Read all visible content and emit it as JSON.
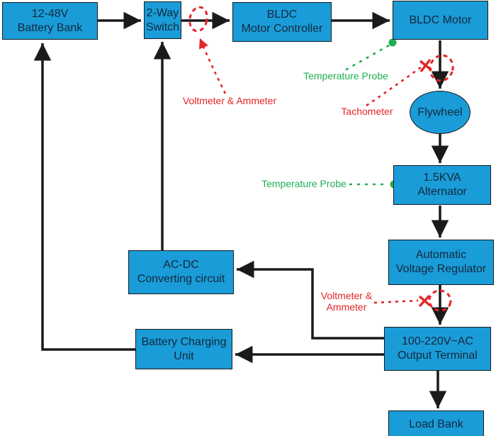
{
  "diagram": {
    "type": "block-diagram",
    "subject": "BLDC motor flywheel generator test setup",
    "nodes": {
      "battery_bank": {
        "label": "12-48V\nBattery Bank"
      },
      "two_way_switch": {
        "label": "2-Way\nSwitch"
      },
      "motor_controller": {
        "label": "BLDC\nMotor Controller"
      },
      "bldc_motor": {
        "label": "BLDC Motor"
      },
      "flywheel": {
        "label": "Flywheel"
      },
      "alternator": {
        "label": "1.5KVA\nAlternator"
      },
      "voltage_regulator": {
        "label": "Automatic\nVoltage Regulator"
      },
      "acdc_converter": {
        "label": "AC-DC\nConverting circuit"
      },
      "battery_charging": {
        "label": "Battery Charging\nUnit"
      },
      "output_terminal": {
        "label": "100-220V~AC\nOutput Terminal"
      },
      "load_bank": {
        "label": "Load Bank"
      }
    },
    "annotations": {
      "voltmeter_ammeter_top": {
        "label": "Voltmeter & Ammeter",
        "color": "#E42527"
      },
      "temperature_probe_motor": {
        "label": "Temperature Probe",
        "color": "#1FAE53"
      },
      "tachometer": {
        "label": "Tachometer",
        "color": "#E42527"
      },
      "temperature_probe_alternator": {
        "label": "Temperature Probe",
        "color": "#1FAE53"
      },
      "voltmeter_ammeter_bottom": {
        "label": "Voltmeter &\nAmmeter",
        "color": "#E42527"
      }
    },
    "connections": [
      "Battery Bank -> 2-Way Switch",
      "2-Way Switch -> BLDC Motor Controller",
      "BLDC Motor Controller -> BLDC Motor",
      "BLDC Motor -> Flywheel",
      "Flywheel -> 1.5KVA Alternator",
      "1.5KVA Alternator -> Automatic Voltage Regulator",
      "Automatic Voltage Regulator -> 100-220V~AC Output Terminal",
      "100-220V~AC Output Terminal -> Load Bank",
      "100-220V~AC Output Terminal -> AC-DC Converting circuit",
      "100-220V~AC Output Terminal -> Battery Charging Unit",
      "Battery Charging Unit -> 12-48V Battery Bank",
      "AC-DC Converting circuit -> 2-Way Switch"
    ],
    "colors": {
      "node_fill": "#1A9CD8",
      "node_border": "#1A1A1A",
      "node_text": "#13293D",
      "connector": "#1A1A1A",
      "annotation_red": "#E42527",
      "annotation_green": "#1FAE53",
      "background": "#FFFFFF"
    }
  }
}
